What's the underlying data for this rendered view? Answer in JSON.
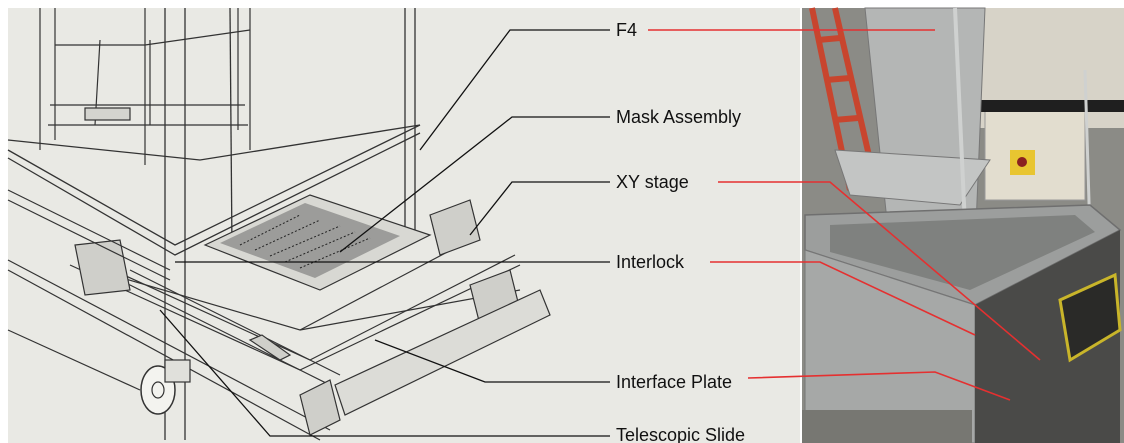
{
  "labels": {
    "f4": "F4",
    "mask_assembly": "Mask Assembly",
    "xy_stage": "XY stage",
    "interlock": "Interlock",
    "interface_plate": "Interface Plate",
    "telescopic_slide": "Telescopic Slide"
  },
  "colors": {
    "cad_background": "#e9e9e4",
    "cad_line": "#333333",
    "leader_black": "#111111",
    "leader_red": "#e53030",
    "photo_metal": "#a9abaa",
    "photo_ladder": "#c8452e"
  }
}
